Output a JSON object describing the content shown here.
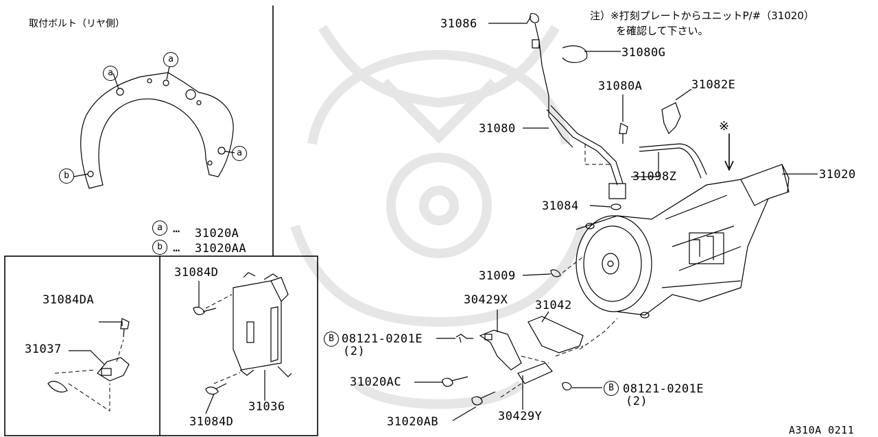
{
  "diagram": {
    "note": {
      "line1": "注）※打刻プレートからユニットP/#（31020）",
      "line2": "を確認して下さい。",
      "marker": "※"
    },
    "inset_top_left": {
      "title": "取付ボルト（リヤ側）",
      "marker_a": "a",
      "marker_b": "b",
      "legend": [
        {
          "marker": "a",
          "dots": "…",
          "part": "31020A"
        },
        {
          "marker": "b",
          "dots": "…",
          "part": "31020AA"
        }
      ]
    },
    "inset_bottom_left": {
      "parts": [
        "31084DA",
        "31037"
      ]
    },
    "inset_bottom_mid": {
      "parts": [
        "31084D",
        "31036",
        "31084D"
      ]
    },
    "main_parts": {
      "p31086": "31086",
      "p31080G": "31080G",
      "p31080A": "31080A",
      "p31082E": "31082E",
      "p31080": "31080",
      "p31098Z": "31098Z",
      "p31020": "31020",
      "p31084": "31084",
      "p31009": "31009",
      "p30429X": "30429X",
      "p31042": "31042",
      "p08121_left": "08121-0201E",
      "p08121_left_qty": "(2)",
      "p31020AC": "31020AC",
      "p08121_right": "08121-0201E",
      "p08121_right_qty": "(2)",
      "p31020AB": "31020AB",
      "p30429Y": "30429Y",
      "bolt_marker": "B"
    },
    "figure_code": "A310A 0211"
  }
}
